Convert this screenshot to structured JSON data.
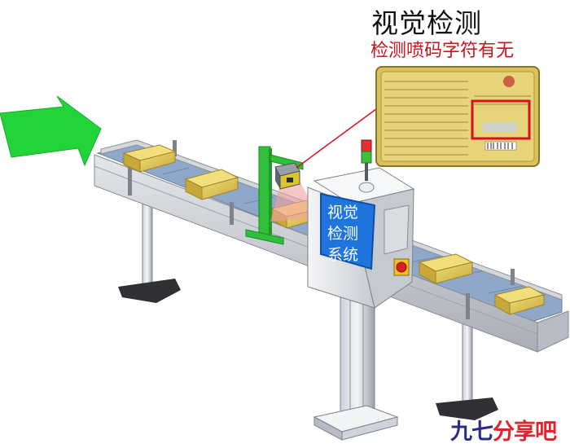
{
  "header": {
    "title": "视觉检测",
    "subtitle": "检测喷码字符有无"
  },
  "machine": {
    "screen_text": "视觉检测系统"
  },
  "watermark": {
    "part1": "九七",
    "part2": "分享吧"
  },
  "colors": {
    "arrow": "#22d43a",
    "conveyor": "#c9ccd2",
    "belt": "#8fa7c8",
    "box": "#d8c35a",
    "camera_stand": "#2fbf3a",
    "laser_beam": "#f0a0a0",
    "screen": "#1f74dd",
    "callout": "#d8101e",
    "light_red": "#e33030",
    "light_green": "#3fbf3a",
    "button": "#f0c020"
  },
  "icons": [
    "direction-arrow",
    "camera-icon",
    "signal-light-icon",
    "stop-button-icon"
  ]
}
